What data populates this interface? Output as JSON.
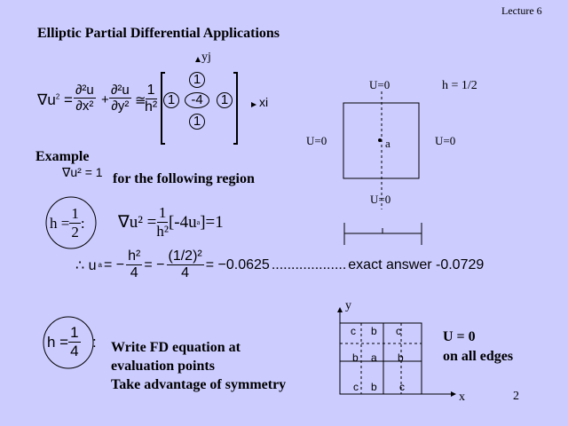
{
  "header": {
    "lecture": "Lecture 6",
    "title": "Elliptic Partial Differential Applications",
    "page": "2"
  },
  "stencil": {
    "lhs": "∇u",
    "eq": "=",
    "d2u": "∂²u",
    "dx2": "∂x²",
    "plus": "+",
    "dy2": "∂y²",
    "approx": "≅",
    "one": "1",
    "h2": "h²",
    "top": "1",
    "left": "1",
    "center": "-4",
    "right": "1",
    "bottom": "1",
    "yj": "yj",
    "xi": "xi"
  },
  "example": {
    "label": "Example",
    "eq": "∇u² = 1",
    "text": "for the following region"
  },
  "region1": {
    "top": "U=0",
    "left": "U=0",
    "right": "U=0",
    "bottom": "U=0",
    "h": "h = 1/2",
    "point": "a"
  },
  "half": {
    "h_label": "h =",
    "num": "1",
    "den": "2",
    "colon": ":",
    "eq_lhs": "∇u² =",
    "rhs": "[-4u",
    "rhs_sub": "a",
    "rhs_end": "]=1",
    "therefore": "∴ u",
    "sub": "a",
    "step1": "= −",
    "step1_num": "h²",
    "step1_den": "4",
    "step2": "= −",
    "step2_num": "(1/2)²",
    "step2_den": "4",
    "result": "= −0.0625",
    "dots": "...................",
    "exact": "exact answer -0.0729"
  },
  "quarter": {
    "h_label": "h =",
    "num": "1",
    "den": "4",
    "colon": ":",
    "lines": [
      "Write FD equation at",
      "evaluation points",
      "Take advantage of symmetry"
    ]
  },
  "grid": {
    "y": "y",
    "x": "x",
    "labels": [
      "c",
      "b",
      "c",
      "b",
      "a",
      "b",
      "c",
      "b",
      "c"
    ],
    "note1": "U = 0",
    "note2": "on all edges"
  }
}
